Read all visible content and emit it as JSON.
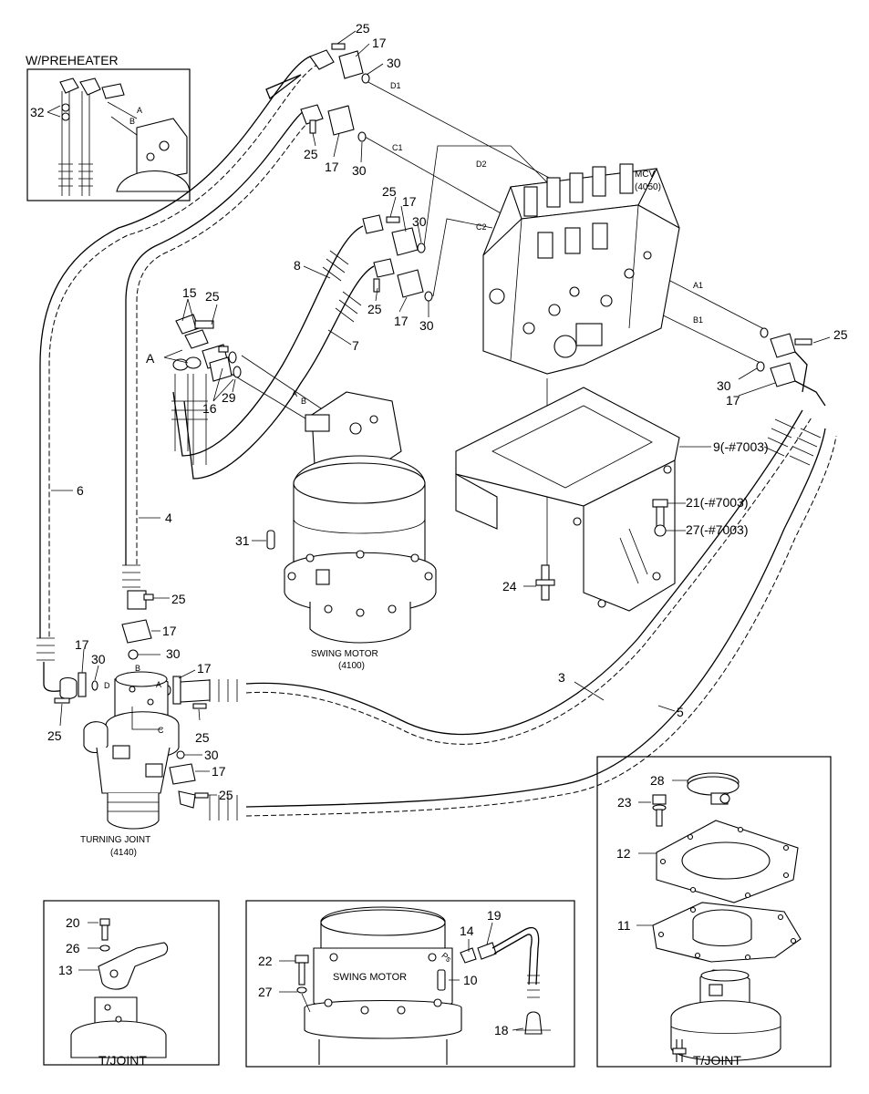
{
  "insets": {
    "preheater_title": "W/PREHEATER",
    "preheater_label_32": "32",
    "preheater_port_a": "A",
    "preheater_port_b": "B",
    "t_joint_left": "T/JOINT",
    "t_joint_right": "T/JOINT",
    "swing_motor": "SWING MOTOR"
  },
  "components": {
    "mcv_name": "MCV",
    "mcv_code": "(4050)",
    "swing_motor_name": "SWING MOTOR",
    "swing_motor_code": "(4100)",
    "turning_joint_name": "TURNING JOINT",
    "turning_joint_code": "(4140)"
  },
  "ports": {
    "d1": "D1",
    "c1": "C1",
    "d2": "D2",
    "c2": "C2",
    "a1": "A1",
    "b1": "B1",
    "motor_a": "A",
    "motor_b": "B",
    "tj_a": "A",
    "tj_b": "B",
    "tj_c": "C",
    "tj_d": "D",
    "ps": "Ps"
  },
  "callouts": {
    "p3": "3",
    "p4": "4",
    "p5": "5",
    "p6": "6",
    "p7": "7",
    "p8": "8",
    "p9": "9(-#7003)",
    "p10": "10",
    "p11": "11",
    "p12": "12",
    "p13": "13",
    "p14": "14",
    "p15": "15",
    "p16": "16",
    "p17": "17",
    "p18": "18",
    "p19": "19",
    "p20": "20",
    "p21": "21(-#7003)",
    "p22": "22",
    "p23": "23",
    "p24": "24",
    "p25": "25",
    "p26": "26",
    "p27": "27",
    "p27b": "27(-#7003)",
    "p28": "28",
    "p29": "29",
    "p30": "30",
    "p31": "31",
    "pA": "A"
  }
}
